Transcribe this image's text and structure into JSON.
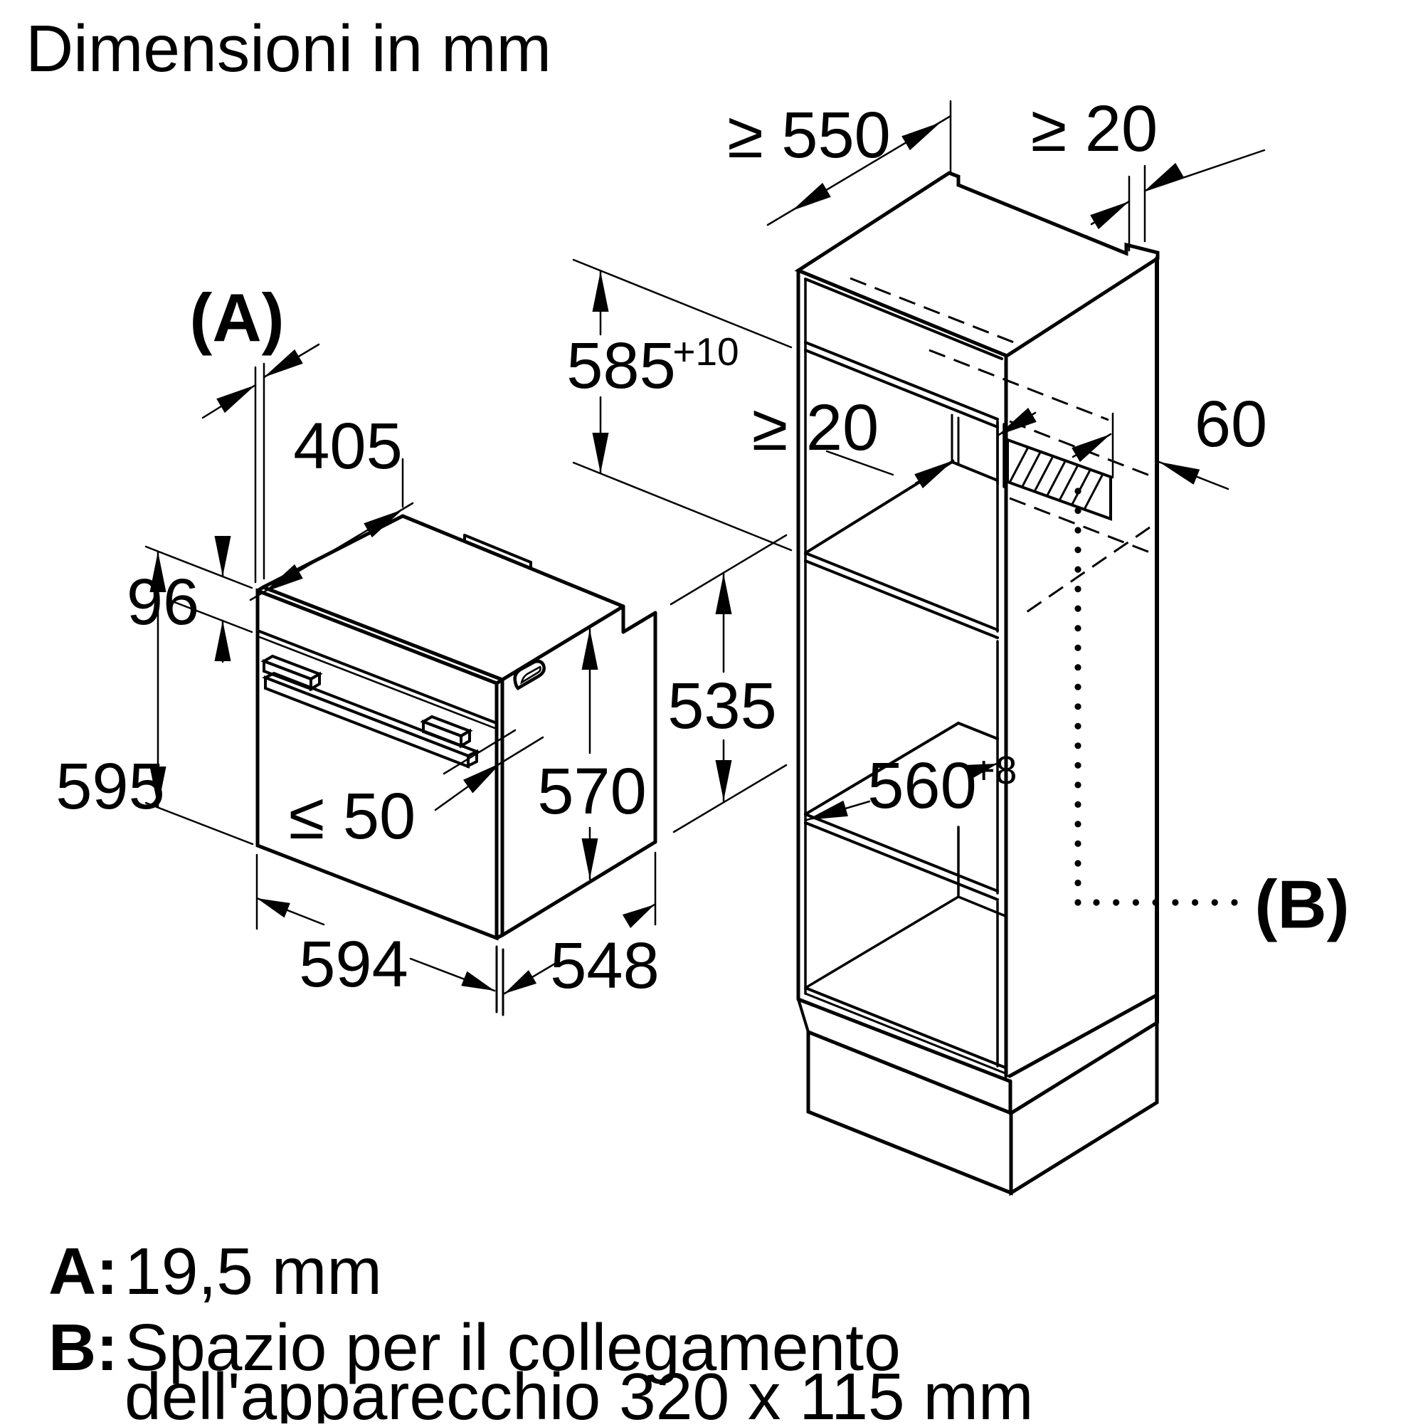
{
  "title": "Dimensioni in mm",
  "units": "mm",
  "oven": {
    "labels": {
      "door_thickness_ref": "(A)",
      "top_depth": "405",
      "panel_height": "96",
      "height": "595",
      "handle_clearance": "≤ 50",
      "interior_depth": "570",
      "width": "594",
      "depth": "548"
    }
  },
  "cabinet": {
    "labels": {
      "top_depth": "≥ 550",
      "top_rear_gap": "≥ 20",
      "niche_height": "585",
      "niche_height_tol": "+10",
      "rear_height": "535",
      "rear_vent_gap": "≥ 20",
      "rail_depth": "60",
      "niche_width": "560",
      "niche_width_tol": "+8",
      "connection_ref": "(B)"
    }
  },
  "notes": {
    "a_label": "A:",
    "a_text": "19,5 mm",
    "b_label": "B:",
    "b_text_line1": "Spazio per il collegamento",
    "b_text_line2": "dell'apparecchio 320 x 115 mm"
  }
}
